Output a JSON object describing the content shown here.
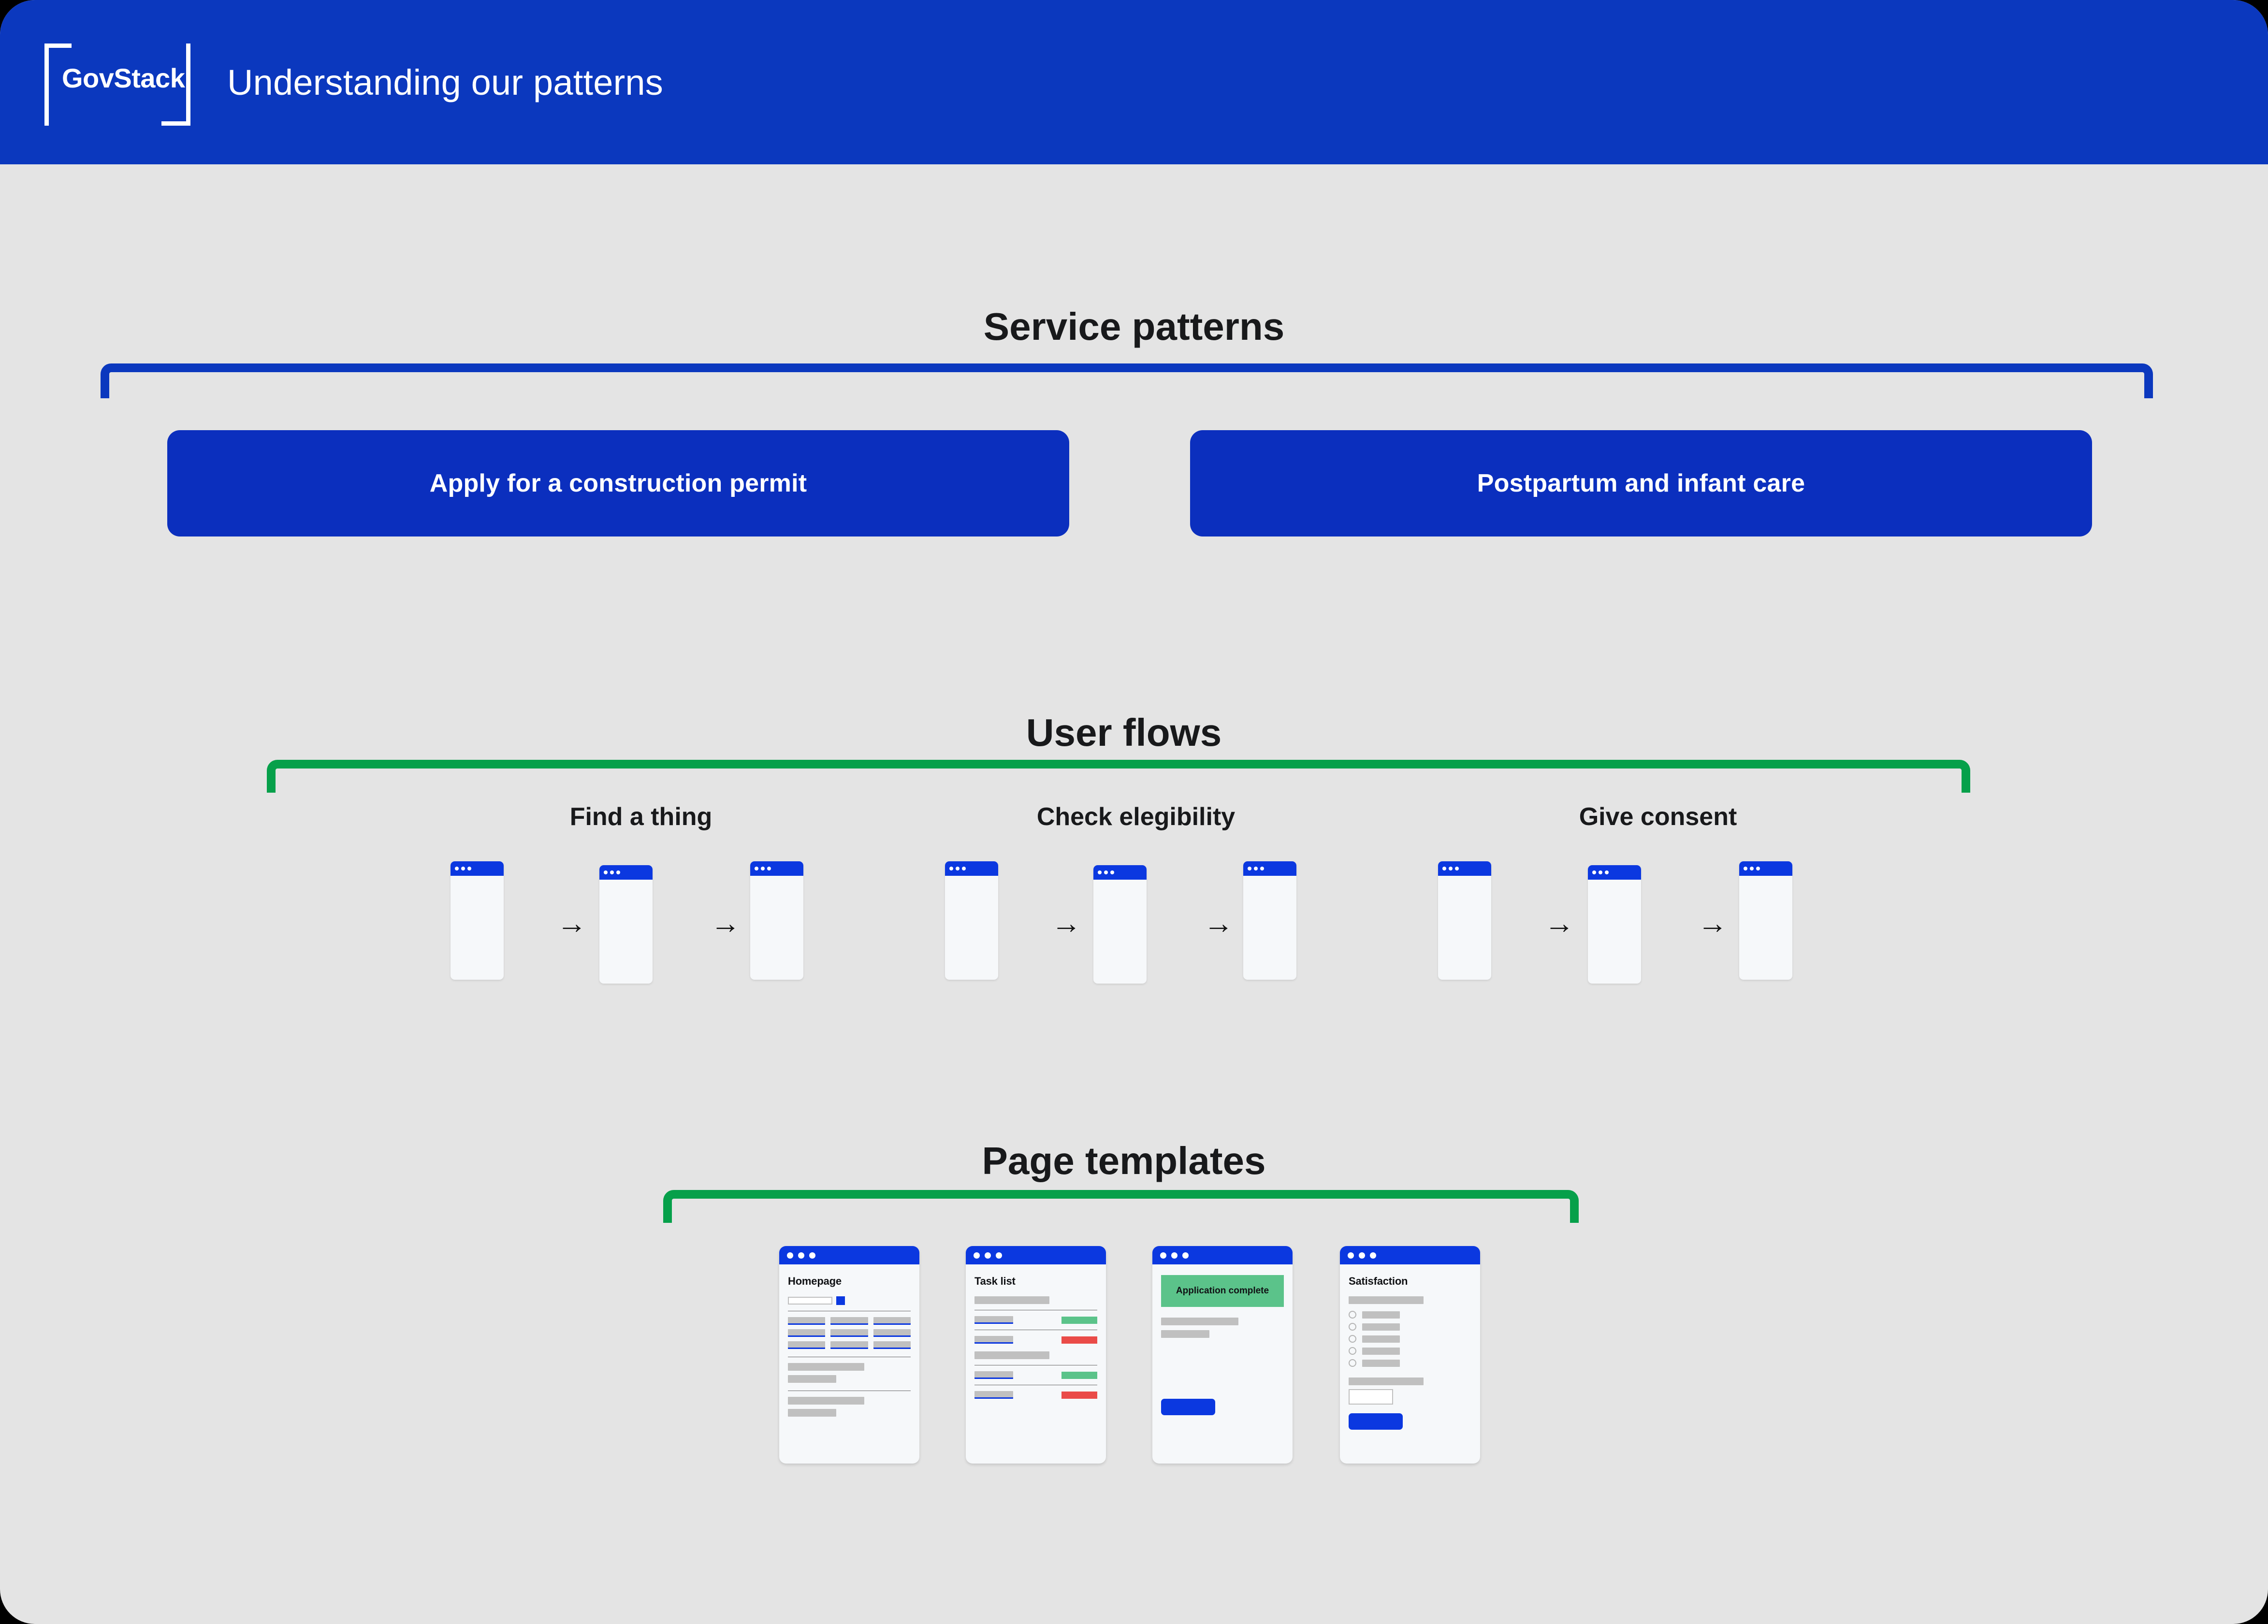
{
  "colors": {
    "header_blue": "#0B38BE",
    "button_blue": "#0B2FBE",
    "window_blue": "#0B38E0",
    "bracket_blue": "#0B38BE",
    "bracket_green": "#06A04A",
    "status_green": "#5BC38A",
    "status_red": "#EA4B48",
    "page_bg": "#E4E4E4",
    "skeleton_gray": "#C0C0C0",
    "card_bg": "#F6F8FA"
  },
  "header": {
    "logo_wordmark": "GovStack",
    "logo_icon": "corner-bracket-frame",
    "title": "Understanding our patterns"
  },
  "sections": {
    "service_patterns": {
      "title": "Service patterns",
      "bracket_color": "#0B38BE",
      "buttons": [
        {
          "label": "Apply for a construction permit"
        },
        {
          "label": "Postpartum and infant care"
        }
      ]
    },
    "user_flows": {
      "title": "User flows",
      "bracket_color": "#06A04A",
      "flows": [
        {
          "label": "Find a thing",
          "steps": 3,
          "arrows": 2
        },
        {
          "label": "Check elegibility",
          "steps": 3,
          "arrows": 2
        },
        {
          "label": "Give consent",
          "steps": 3,
          "arrows": 2
        }
      ],
      "arrow_glyph": "→"
    },
    "page_templates": {
      "title": "Page templates",
      "bracket_color": "#06A04A",
      "templates": [
        {
          "name": "homepage",
          "title": "Homepage",
          "has_search": true,
          "grid_items": 9,
          "text_blocks": [
            2,
            2
          ]
        },
        {
          "name": "task-list",
          "title": "Task list",
          "rows": [
            {
              "type": "heading"
            },
            {
              "type": "task",
              "status": "ok"
            },
            {
              "type": "task",
              "status": "bad"
            },
            {
              "type": "heading"
            },
            {
              "type": "task",
              "status": "ok"
            },
            {
              "type": "task",
              "status": "bad"
            }
          ]
        },
        {
          "name": "application-complete",
          "title": "",
          "banner_text": "Application complete",
          "banner_color": "#5BC38A",
          "text_blocks": 2,
          "has_button": true
        },
        {
          "name": "satisfaction",
          "title": "Satisfaction",
          "question_blocks": 1,
          "radio_options": 5,
          "second_question": 1,
          "has_textarea": true,
          "has_button": true
        }
      ]
    }
  }
}
